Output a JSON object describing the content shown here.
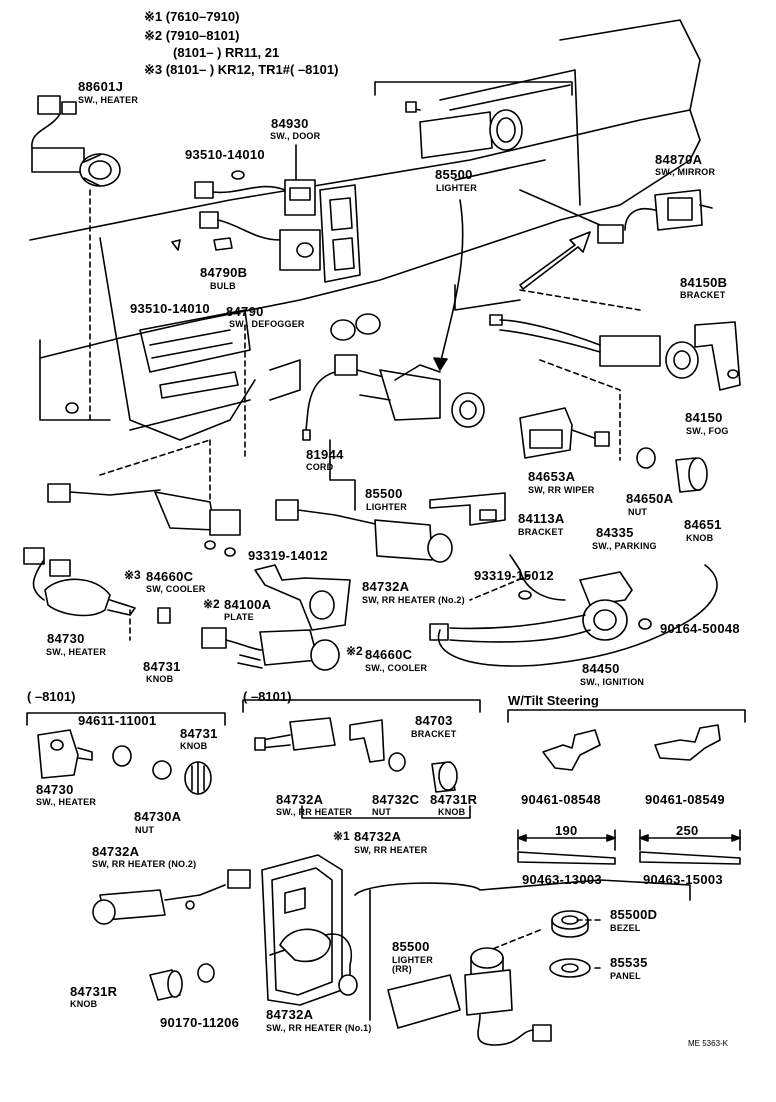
{
  "header": {
    "line1": "※1 (7610–7910)",
    "line2": "※2 (7910–8101)",
    "line3": "(8101–       ) RR11, 21",
    "line4": "※3 (8101–       ) KR12, TR1#(          –8101)"
  },
  "parts": {
    "p88601J": {
      "num": "88601J",
      "name": "SW., HEATER"
    },
    "p84930": {
      "num": "84930",
      "name": "SW., DOOR"
    },
    "p93510a": {
      "num": "93510-14010"
    },
    "p93510b": {
      "num": "93510-14010"
    },
    "p84790B": {
      "num": "84790B",
      "name": "BULB"
    },
    "p84790": {
      "num": "84790",
      "name": "SW., DEFOGGER"
    },
    "p85500": {
      "num": "85500",
      "name": "LIGHTER"
    },
    "p84870A": {
      "num": "84870A",
      "name": "SW., MIRROR"
    },
    "p84150B": {
      "num": "84150B",
      "name": "BRACKET"
    },
    "p84150": {
      "num": "84150",
      "name": "SW., FOG"
    },
    "p81944": {
      "num": "81944",
      "name": "CORD"
    },
    "p85500b": {
      "num": "85500",
      "name": "LIGHTER"
    },
    "p84653A": {
      "num": "84653A",
      "name": "SW, RR WIPER"
    },
    "p84650A": {
      "num": "84650A",
      "name": "NUT"
    },
    "p84651": {
      "num": "84651",
      "name": "KNOB"
    },
    "p84113A": {
      "num": "84113A",
      "name": "BRACKET"
    },
    "p84335": {
      "num": "84335",
      "name": "SW., PARKING"
    },
    "p93319a": {
      "num": "93319-14012"
    },
    "p84660C": {
      "mark": "※3",
      "num": "84660C",
      "name": "SW, COOLER"
    },
    "p84732A1": {
      "num": "84732A",
      "name": "SW, RR HEATER (No.2)"
    },
    "p93319b": {
      "num": "93319-15012"
    },
    "p84100A": {
      "mark": "※2",
      "num": "84100A",
      "name": "PLATE"
    },
    "p90164": {
      "num": "90164-50048"
    },
    "p84730": {
      "num": "84730",
      "name": "SW., HEATER"
    },
    "p84660C2": {
      "mark": "※2",
      "num": "84660C",
      "name": "SW., COOLER"
    },
    "p84731": {
      "num": "84731",
      "name": "KNOB"
    },
    "p84450": {
      "num": "84450",
      "name": "SW., IGNITION"
    }
  },
  "section_left": {
    "range": "(      –8101)",
    "p94611": {
      "num": "94611-11001"
    },
    "p84731": {
      "num": "84731",
      "name": "KNOB"
    },
    "p84730": {
      "num": "84730",
      "name": "SW., HEATER"
    },
    "p84730A": {
      "num": "84730A",
      "name": "NUT"
    }
  },
  "section_mid": {
    "range": "(      –8101)",
    "p84703": {
      "num": "84703",
      "name": "BRACKET"
    },
    "p84732A": {
      "num": "84732A",
      "name": "SW., RR HEATER"
    },
    "p84732C": {
      "num": "84732C",
      "name": "NUT"
    },
    "p84731R": {
      "num": "84731R",
      "name": "KNOB"
    },
    "p84732A2": {
      "mark": "※1",
      "num": "84732A",
      "name": "SW, RR HEATER"
    }
  },
  "section_right": {
    "title": "W/Tilt Steering",
    "p90461a": {
      "num": "90461-08548"
    },
    "p90461b": {
      "num": "90461-08549"
    },
    "dim190": "190",
    "dim250": "250",
    "p90463a": {
      "num": "90463-13003"
    },
    "p90463b": {
      "num": "90463-15003"
    }
  },
  "bottom": {
    "p84732A": {
      "num": "84732A",
      "name": "SW, RR HEATER (NO.2)"
    },
    "p84731R": {
      "num": "84731R",
      "name": "KNOB"
    },
    "p90170": {
      "num": "90170-11206"
    },
    "p84732A1": {
      "num": "84732A",
      "name": "SW., RR HEATER (No.1)"
    },
    "p85500": {
      "num": "85500",
      "name": "LIGHTER (RR)"
    },
    "p85500D": {
      "num": "85500D",
      "name": "BEZEL"
    },
    "p85535": {
      "num": "85535",
      "name": "PANEL"
    },
    "code": "ME 5363-K"
  }
}
